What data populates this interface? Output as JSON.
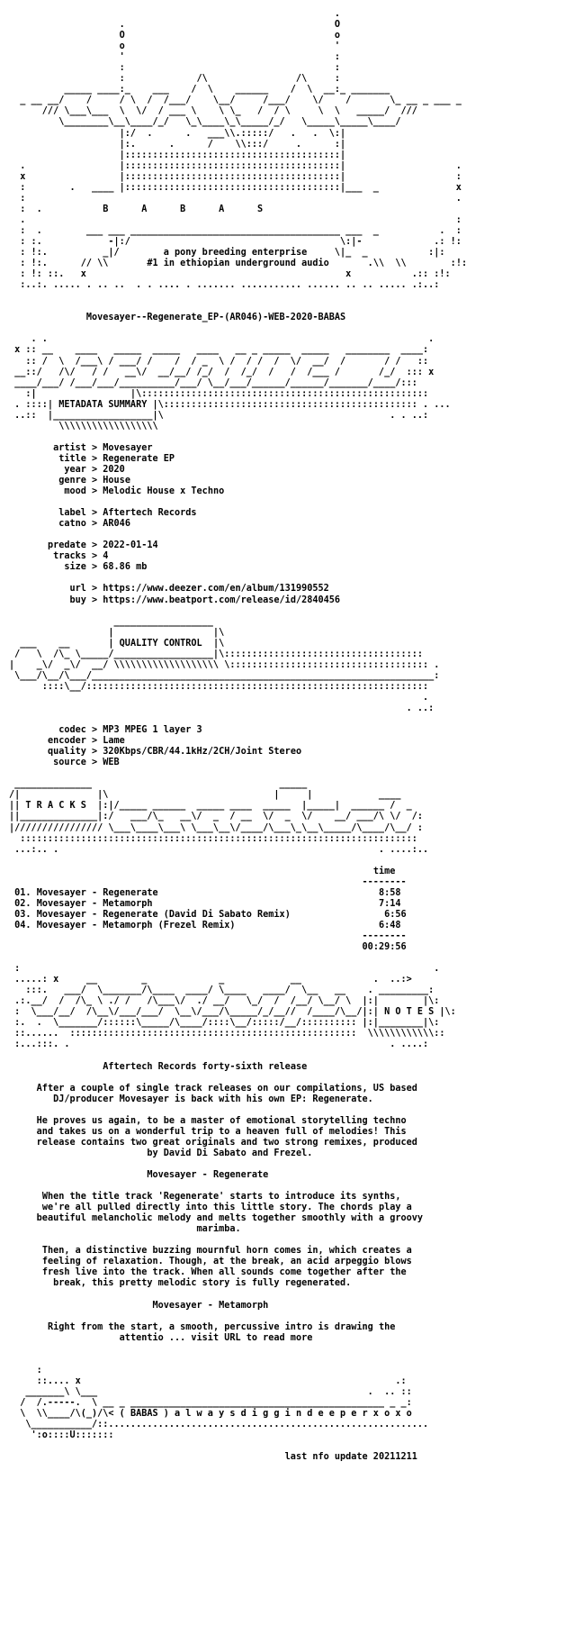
{
  "header": {
    "brand_letters": "B      A      B      A      S",
    "tagline": "a pony breeding enterprise",
    "subtag": "#1 in ethiopian underground audio",
    "release_name": "Movesayer--Regenerate_EP-(AR046)-WEB-2020-BABAS"
  },
  "sections": {
    "metadata": "METADATA SUMMARY",
    "quality": "QUALITY CONTROL",
    "tracks": "T R A C K S",
    "notes": "N O T E S"
  },
  "metadata": {
    "artist": "Movesayer",
    "title": "Regenerate EP",
    "year": "2020",
    "genre": "House",
    "mood": "Melodic House x Techno",
    "label": "Aftertech Records",
    "catno": "AR046",
    "predate": "2022-01-14",
    "tracks": "4",
    "size": "68.86 mb",
    "url": "https://www.deezer.com/en/album/131990552",
    "buy": "https://www.beatport.com/release/id/2840456"
  },
  "quality": {
    "codec": "MP3 MPEG 1 layer 3",
    "encoder": "Lame",
    "quality": "320Kbps/CBR/44.1kHz/2CH/Joint Stereo",
    "source": "WEB"
  },
  "tracklist": {
    "time_header": "time",
    "tracks": [
      {
        "num": "01.",
        "name": "Movesayer - Regenerate",
        "time": "8:58"
      },
      {
        "num": "02.",
        "name": "Movesayer - Metamorph",
        "time": "7:14"
      },
      {
        "num": "03.",
        "name": "Movesayer - Regenerate (David Di Sabato Remix)",
        "time": "6:56"
      },
      {
        "num": "04.",
        "name": "Movesayer - Metamorph (Frezel Remix)",
        "time": "6:48"
      }
    ],
    "total": "00:29:56"
  },
  "notes": {
    "heading": "Aftertech Records forty-sixth release",
    "para1": [
      "After a couple of single track releases on our compilations, US based",
      "DJ/producer Movesayer is back with his own EP: Regenerate."
    ],
    "para2": [
      "He proves us again, to be a master of emotional storytelling techno",
      "and takes us on a wonderful trip to a heaven full of melodies! This",
      "release contains two great originals and two strong remixes, produced",
      "by David Di Sabato and Frezel."
    ],
    "sub1": "Movesayer - Regenerate",
    "para3": [
      "When the title track 'Regenerate' starts to introduce its synths,",
      "we're all pulled directly into this little story. The chords play a",
      "beautiful melancholic melody and melts together smoothly with a groovy",
      "marimba."
    ],
    "para4": [
      "Then, a distinctive buzzing mournful horn comes in, which creates a",
      "feeling of relaxation. Though, at the break, an acid arpeggio blows",
      "fresh live into the track. When all sounds come together after the",
      "break, this pretty melodic story is fully regenerated."
    ],
    "sub2": "Movesayer - Metamorph",
    "para5": [
      "Right from the start, a smooth, percussive intro is drawing the",
      "attentio ... visit URL to read more"
    ]
  },
  "footer": {
    "tagline": "< ( BABAS ) a l w a y s d i g g i n d e e p e r x o x o",
    "update": "last nfo update 20211211"
  }
}
